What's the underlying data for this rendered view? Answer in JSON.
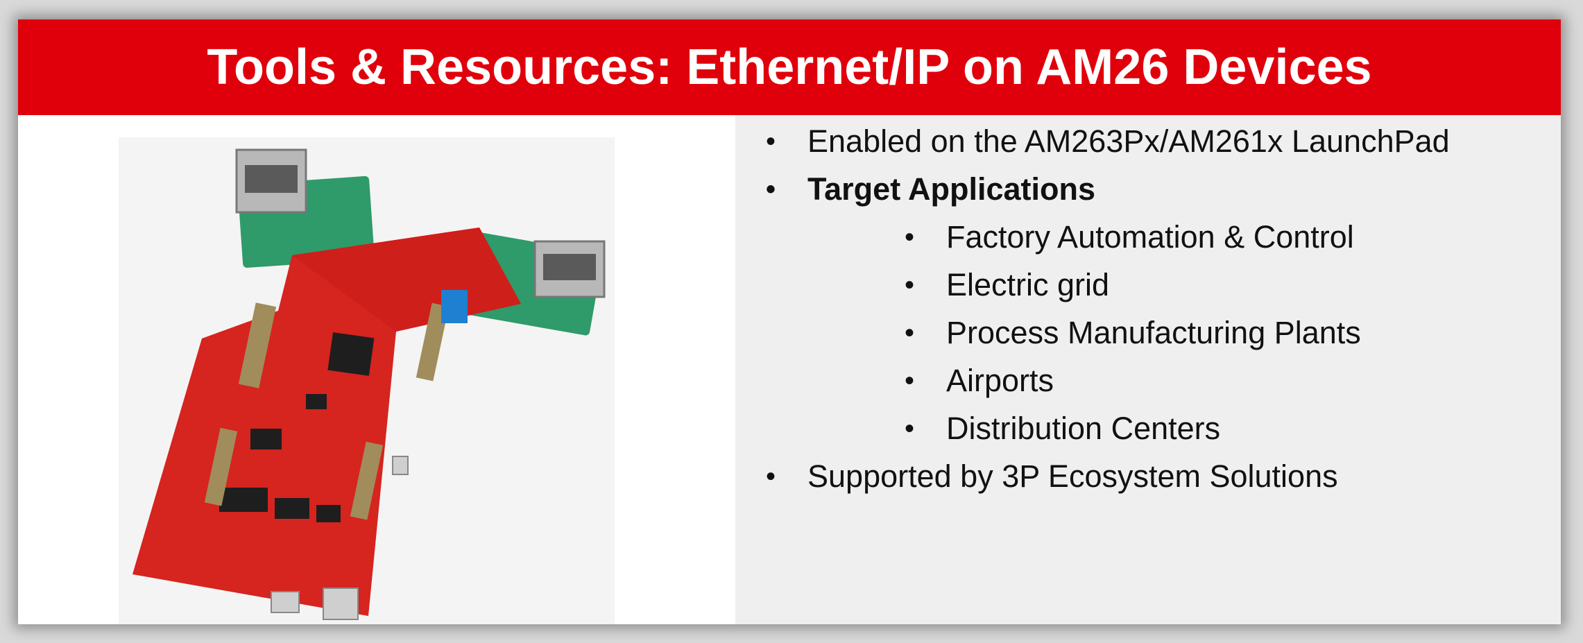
{
  "slide": {
    "title": "Tools & Resources: Ethernet/IP on AM26 Devices",
    "bullet_char": "•",
    "bullets": [
      {
        "text": "Enabled on the AM263Px/AM261x LaunchPad",
        "level": 1,
        "bold": false
      },
      {
        "text": "Target Applications",
        "level": 1,
        "bold": true
      },
      {
        "text": "Factory Automation & Control",
        "level": 2,
        "bold": false
      },
      {
        "text": "Electric grid",
        "level": 2,
        "bold": false
      },
      {
        "text": "Process Manufacturing Plants",
        "level": 2,
        "bold": false
      },
      {
        "text": "Airports",
        "level": 2,
        "bold": false
      },
      {
        "text": "Distribution Centers",
        "level": 2,
        "bold": false
      },
      {
        "text": "Supported by 3P Ecosystem Solutions",
        "level": 1,
        "bold": false
      }
    ]
  },
  "colors": {
    "title_bar": "#e0000b",
    "title_text": "#ffffff",
    "right_panel": "#efefef",
    "board_red": "#d6241f",
    "board_green": "#2f9a6a"
  },
  "image": {
    "icon": "launchpad-board-photo"
  }
}
